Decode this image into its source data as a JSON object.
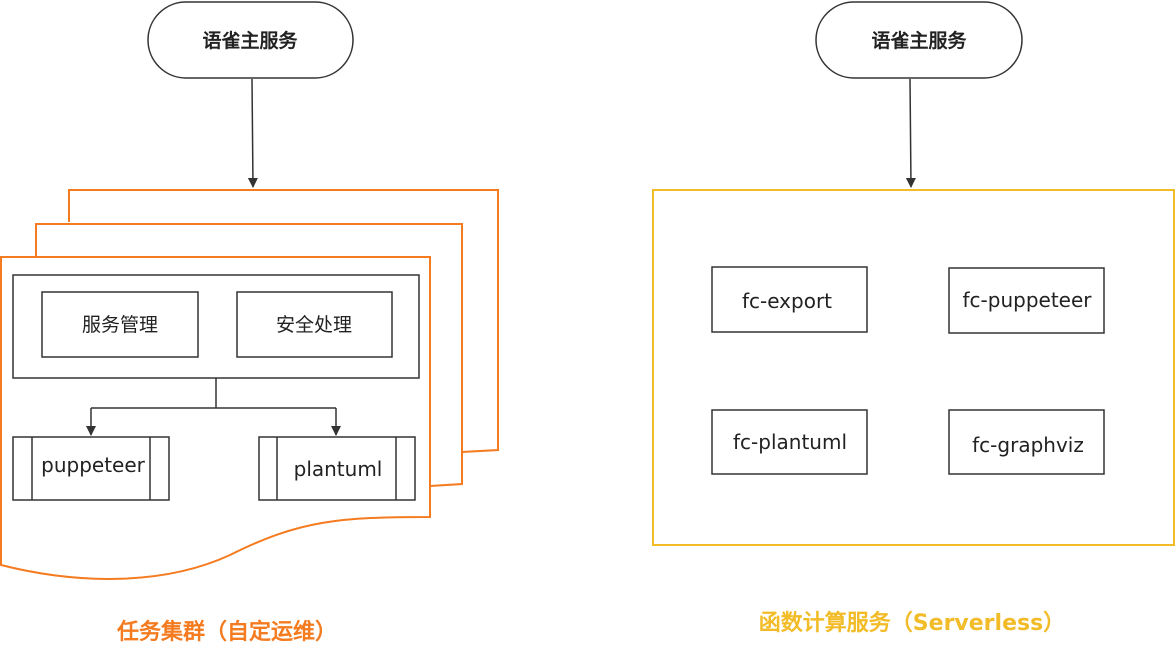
{
  "colors": {
    "orange": "#f47b20",
    "yellow": "#f2bc29",
    "stroke": "#333333"
  },
  "left": {
    "main_service": "语雀主服务",
    "modules": [
      "服务管理",
      "安全处理"
    ],
    "processes": [
      "puppeteer",
      "plantuml"
    ],
    "caption": "任务集群（自定运维）"
  },
  "right": {
    "main_service": "语雀主服务",
    "functions": [
      "fc-export",
      "fc-puppeteer",
      "fc-plantuml",
      "fc-graphviz"
    ],
    "caption": "函数计算服务（Serverless）"
  }
}
